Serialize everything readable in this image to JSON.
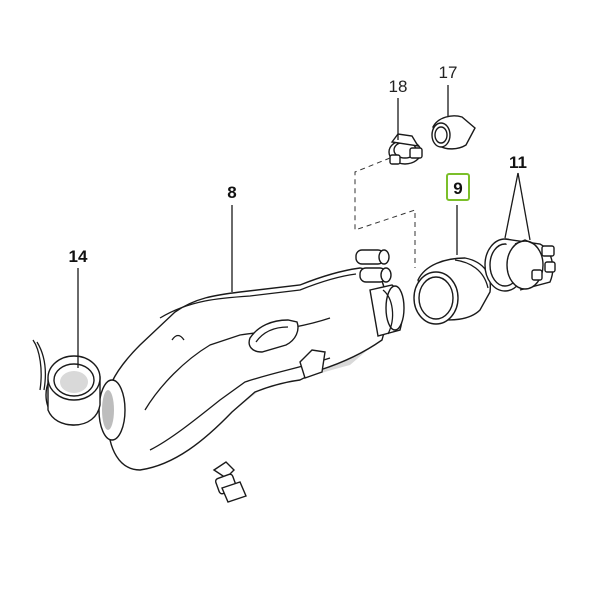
{
  "diagram": {
    "callouts": [
      {
        "id": "14",
        "label": "14"
      },
      {
        "id": "8",
        "label": "8"
      },
      {
        "id": "18",
        "label": "18"
      },
      {
        "id": "17",
        "label": "17"
      },
      {
        "id": "9",
        "label": "9",
        "highlighted": true
      },
      {
        "id": "11",
        "label": "11"
      }
    ],
    "highlight_color": "#7bbf2a",
    "line_color": "#1a1a1a",
    "shade_color": "#d9d9d9"
  }
}
